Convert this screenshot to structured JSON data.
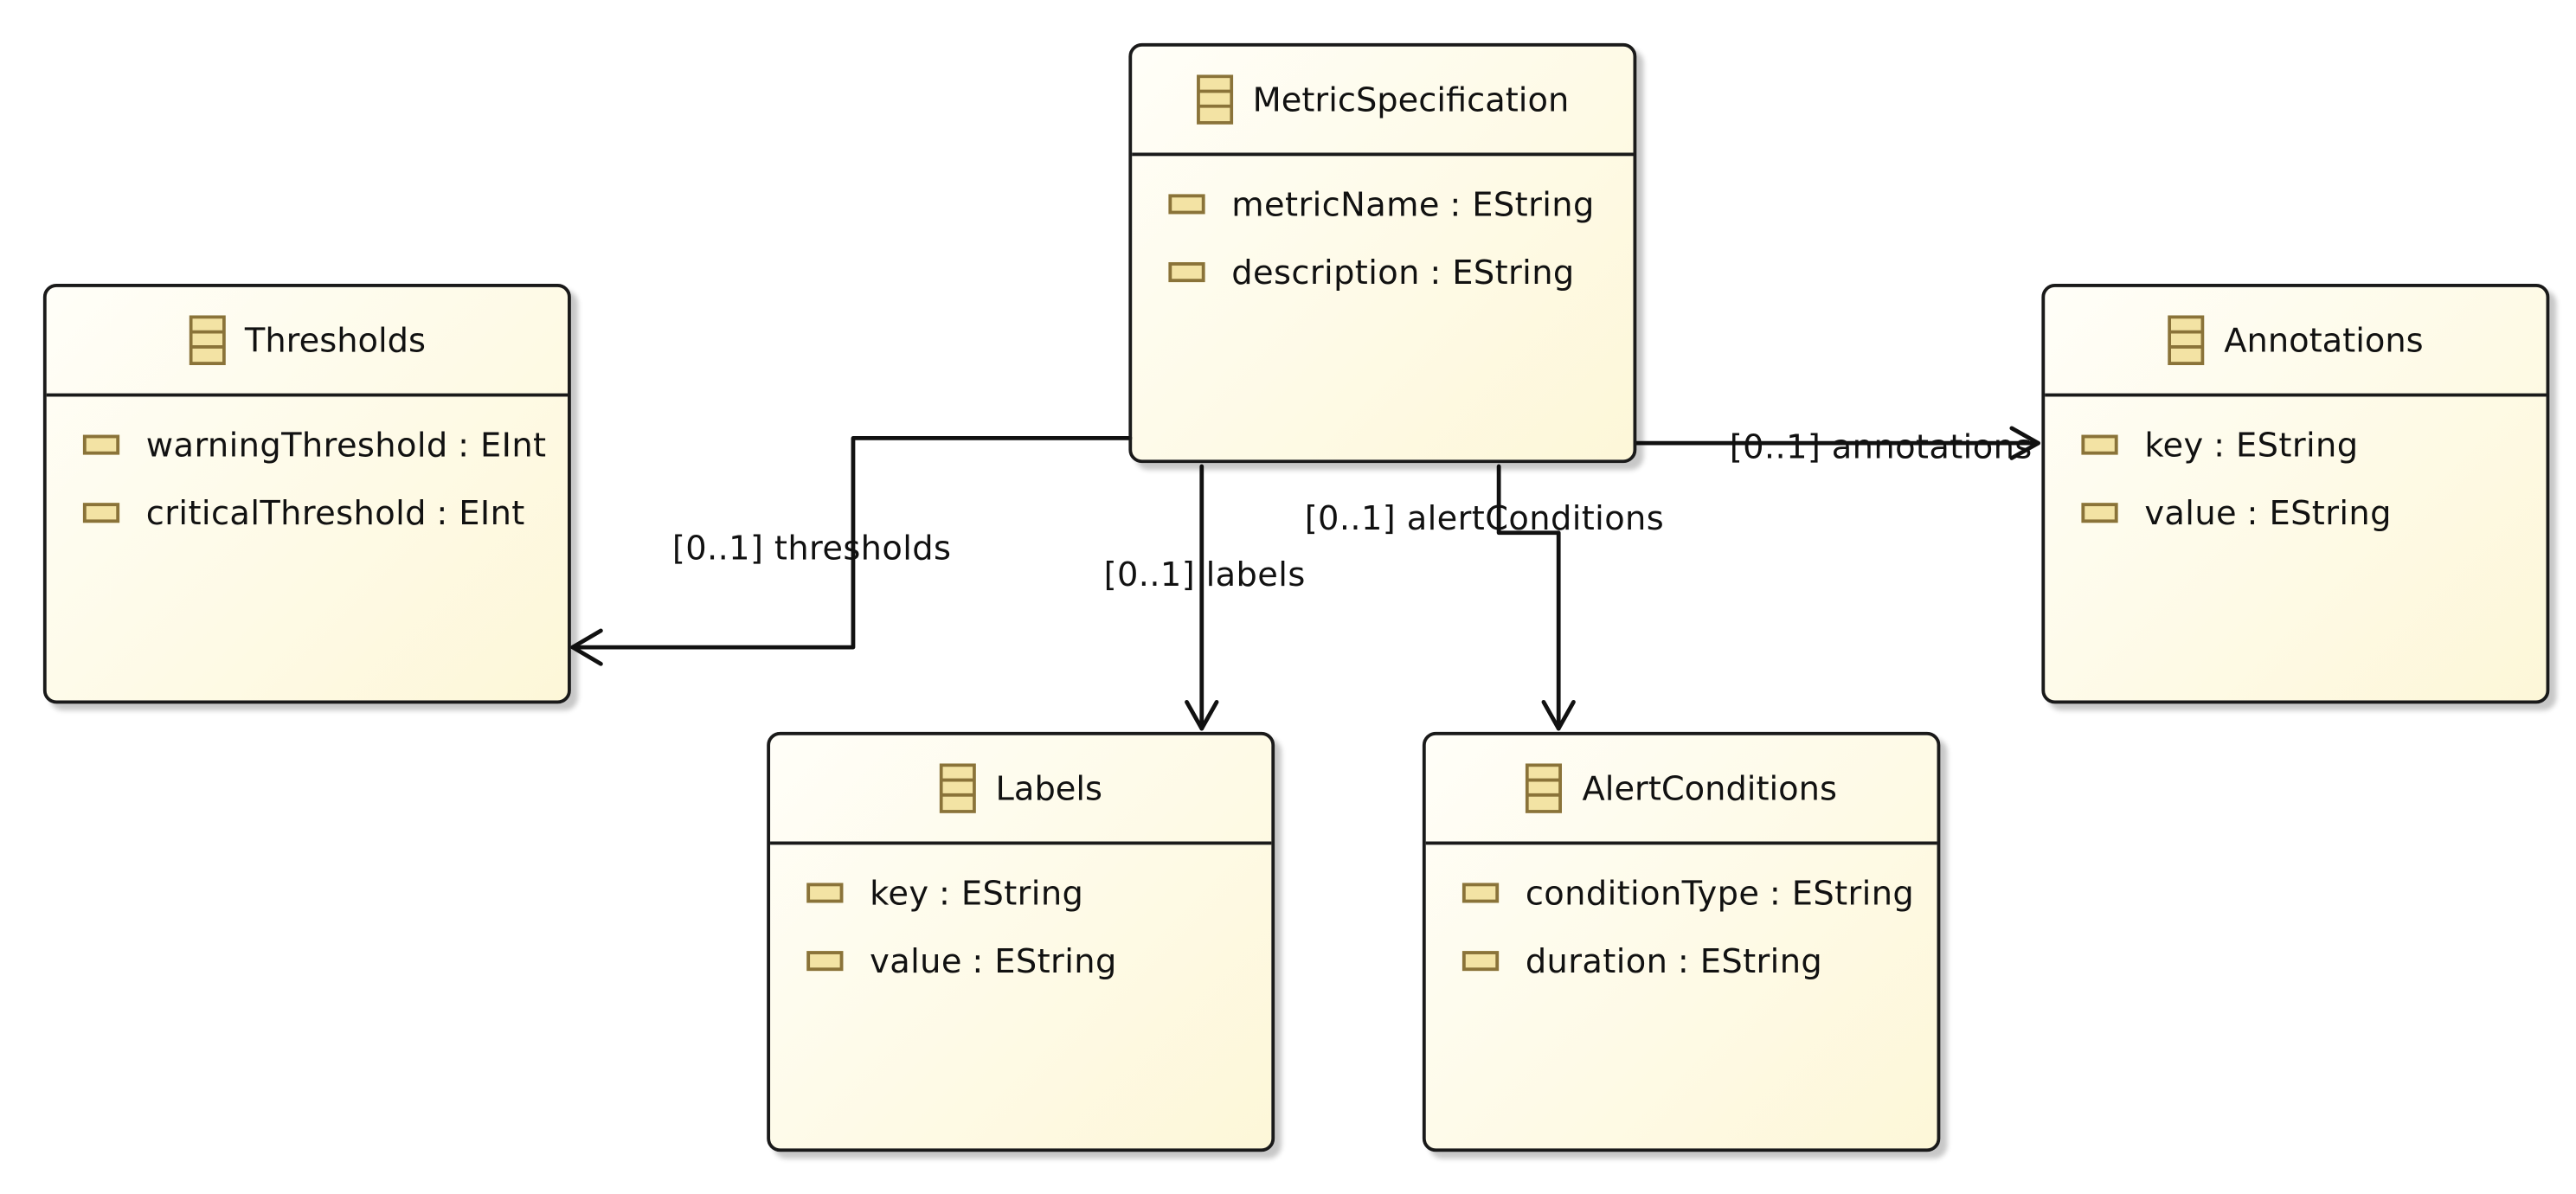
{
  "classes": {
    "metric_specification": {
      "name": "MetricSpecification",
      "attributes": [
        {
          "name": "metricName",
          "type": ": EString"
        },
        {
          "name": "description",
          "type": ": EString"
        }
      ]
    },
    "thresholds": {
      "name": "Thresholds",
      "attributes": [
        {
          "name": "warningThreshold",
          "type": ": EInt"
        },
        {
          "name": "criticalThreshold",
          "type": ": EInt"
        }
      ]
    },
    "annotations": {
      "name": "Annotations",
      "attributes": [
        {
          "name": "key",
          "type": ": EString"
        },
        {
          "name": "value",
          "type": ": EString"
        }
      ]
    },
    "labels": {
      "name": "Labels",
      "attributes": [
        {
          "name": "key",
          "type": ": EString"
        },
        {
          "name": "value",
          "type": ": EString"
        }
      ]
    },
    "alert_conditions": {
      "name": "AlertConditions",
      "attributes": [
        {
          "name": "conditionType",
          "type": ": EString"
        },
        {
          "name": "duration",
          "type": ": EString"
        }
      ]
    }
  },
  "references": {
    "thresholds": "[0..1] thresholds",
    "labels": "[0..1] labels",
    "alert_conditions": "[0..1] alertConditions",
    "annotations": "[0..1] annotations"
  },
  "colors": {
    "class_fill_start": "#fffef8",
    "class_fill_end": "#fdf7d8",
    "attribute_icon_fill": "#f3e3a4",
    "attribute_icon_border": "#8a7339",
    "line": "#111111"
  },
  "icons": {
    "class": "eclass-icon",
    "attribute": "eattribute-icon"
  }
}
